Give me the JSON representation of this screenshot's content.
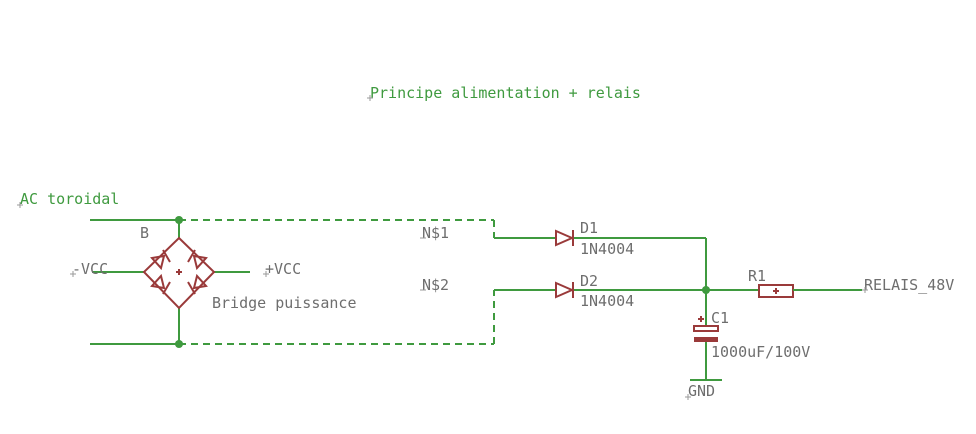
{
  "title": "Principe alimentation + relais",
  "labels": {
    "ac_toroidal": "AC toroidal",
    "vcc_neg": "-VCC",
    "vcc_pos": "+VCC",
    "net1": "N$1",
    "net2": "N$2",
    "relais": "RELAIS_48V",
    "gnd": "GND"
  },
  "bridge": {
    "name": "B",
    "value": "Bridge puissance"
  },
  "d1": {
    "name": "D1",
    "value": "1N4004"
  },
  "d2": {
    "name": "D2",
    "value": "1N4004"
  },
  "r1": {
    "name": "R1"
  },
  "c1": {
    "name": "C1",
    "value": "1000uF/100V"
  },
  "colors": {
    "wire": "#3f9a3f",
    "component": "#9a3a3a",
    "text_gray": "#6e6e6e",
    "background": "#ffffff"
  }
}
